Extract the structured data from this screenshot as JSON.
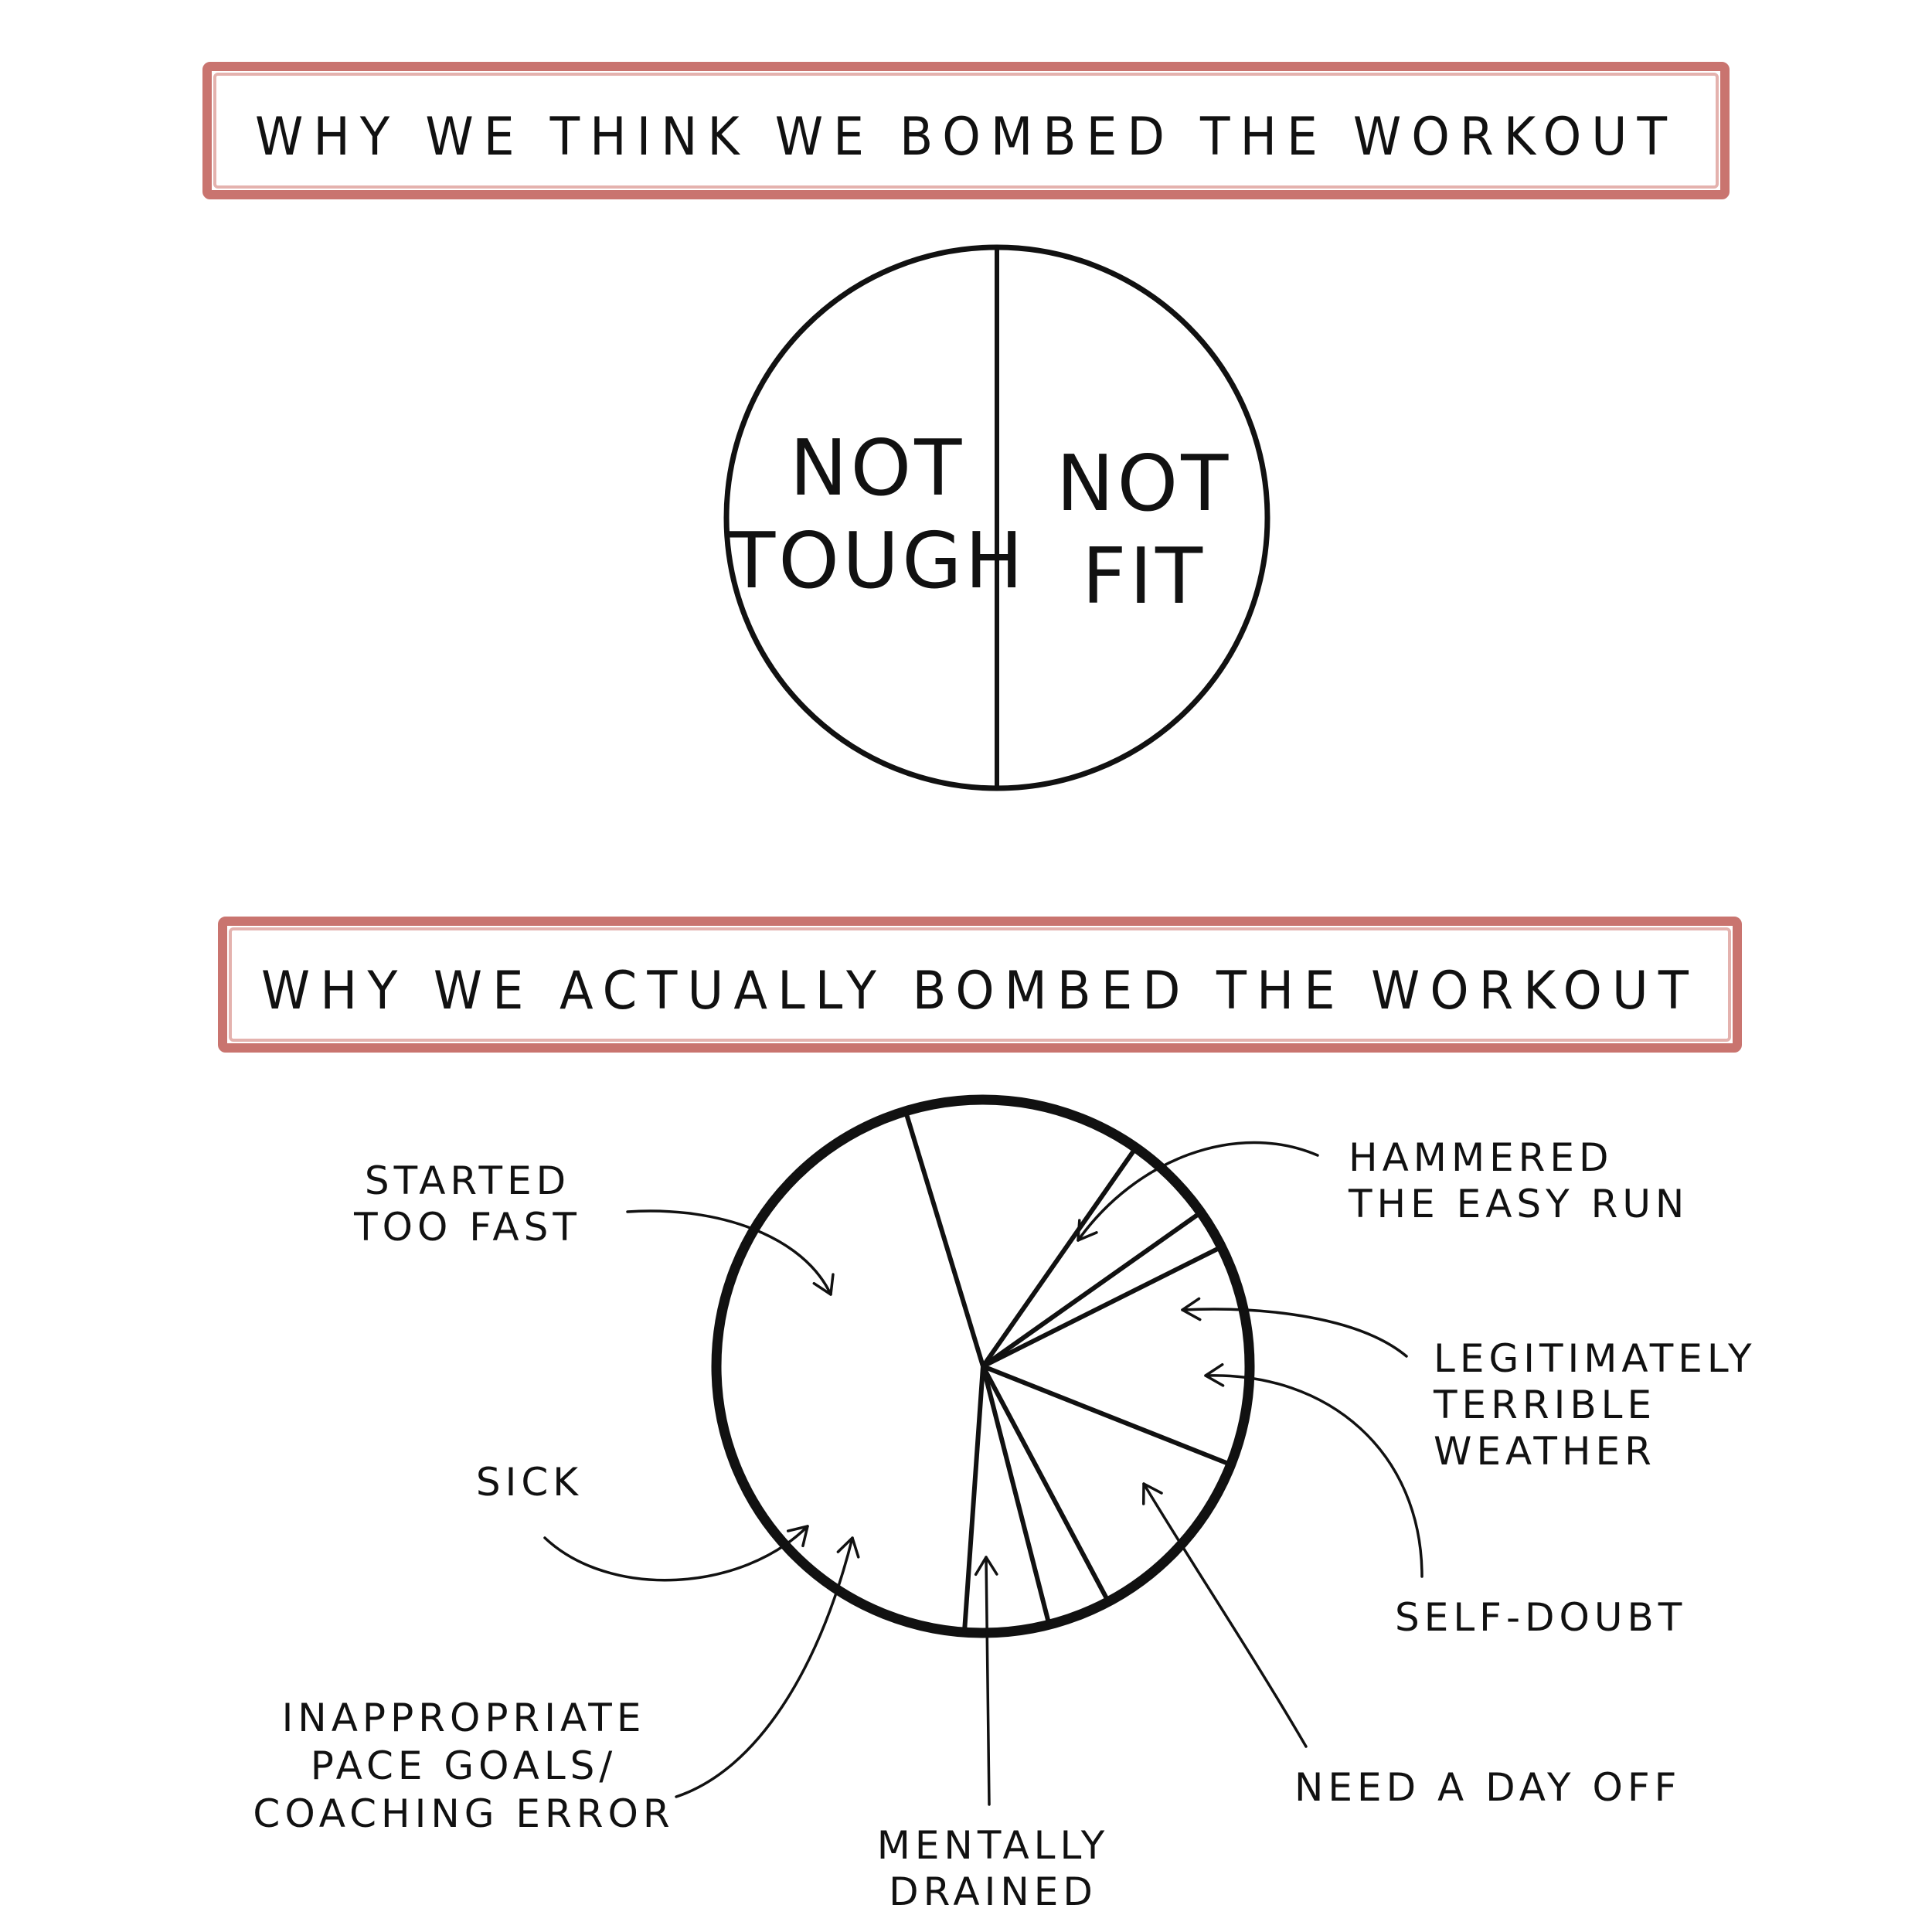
{
  "chart_data": [
    {
      "type": "pie",
      "title": "WHY WE THINK WE BOMBED THE WORKOUT",
      "categories": [
        "NOT TOUGH",
        "NOT FIT"
      ],
      "values": [
        50,
        50
      ],
      "labels": [
        [
          "NOT",
          "TOUGH"
        ],
        [
          "NOT",
          "FIT"
        ]
      ]
    },
    {
      "type": "pie",
      "title": "WHY WE ACTUALLY BOMBED THE WORKOUT",
      "categories": [
        "STARTED TOO FAST",
        "HAMMERED THE EASY RUN",
        "LEGITIMATELY TERRIBLE WEATHER",
        "SELF-DOUBT",
        "NEED A DAY OFF",
        "MENTALLY DRAINED",
        "INAPPROPRIATE PACE GOALS/ COACHING ERROR",
        "SICK"
      ],
      "values": [
        44.2,
        14.4,
        5.5,
        2.4,
        13.4,
        11.2,
        3.8,
        5.1
      ],
      "labels": [
        [
          "STARTED",
          "TOO  FAST"
        ],
        [
          "HAMMERED",
          "THE EASY RUN"
        ],
        [
          "LEGITIMATELY",
          "TERRIBLE",
          "WEATHER"
        ],
        [
          "SELF-DOUBT"
        ],
        [
          "NEED A DAY OFF"
        ],
        [
          "MENTALLY",
          "DRAINED"
        ],
        [
          "INAPPROPRIATE",
          "PACE GOALS/",
          "COACHING ERROR"
        ],
        [
          "SICK"
        ]
      ]
    }
  ]
}
